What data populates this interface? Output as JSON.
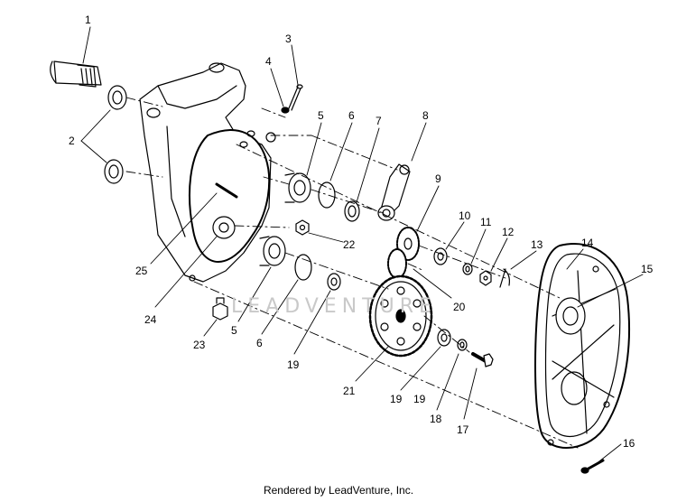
{
  "diagram": {
    "callouts": [
      "1",
      "2",
      "3",
      "4",
      "5",
      "6",
      "7",
      "8",
      "9",
      "10",
      "11",
      "12",
      "13",
      "14",
      "15",
      "16",
      "17",
      "18",
      "19",
      "20",
      "21",
      "22",
      "23",
      "24",
      "25",
      "5",
      "6",
      "19",
      "19"
    ],
    "watermark": "LEADVENTURE"
  },
  "footer": {
    "text": "Rendered by LeadVenture, Inc."
  },
  "colors": {
    "ink": "#000000",
    "paper": "#ffffff",
    "watermark": "#c9c9c9"
  }
}
